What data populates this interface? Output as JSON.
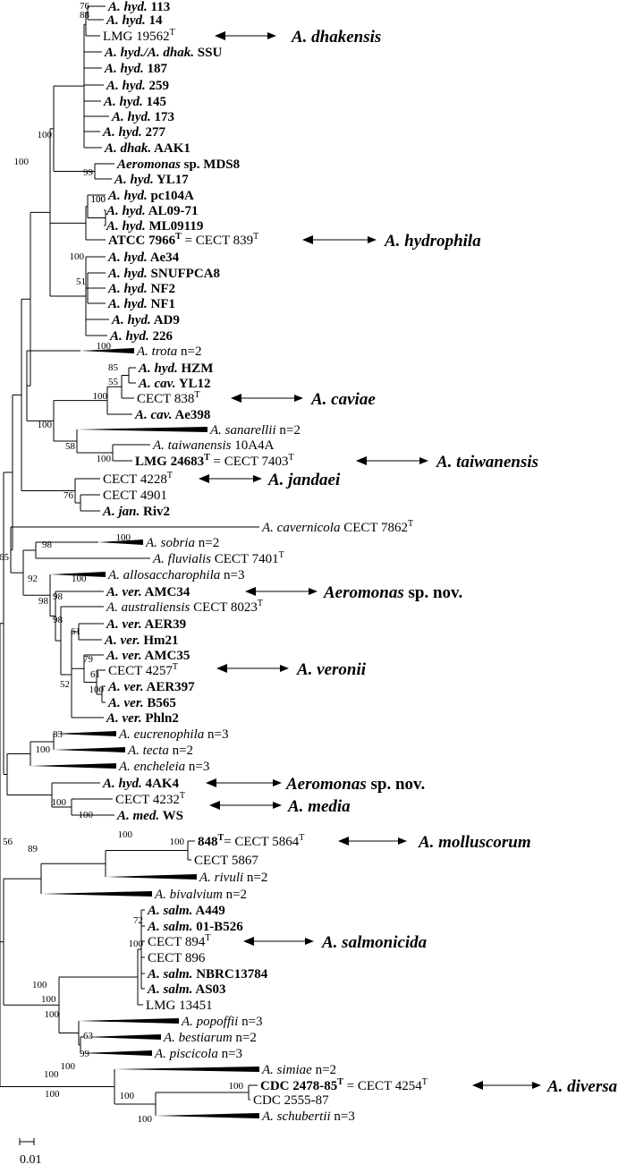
{
  "tips": [
    {
      "id": "t1",
      "parts": [
        {
          "t": "A. hyd.",
          "i": true,
          "b": true
        },
        {
          "t": " 113",
          "b": true
        }
      ]
    },
    {
      "id": "t2",
      "parts": [
        {
          "t": "A. hyd.",
          "i": true,
          "b": true
        },
        {
          "t": " 14",
          "b": true
        }
      ]
    },
    {
      "id": "t3",
      "parts": [
        {
          "t": "LMG 19562"
        },
        {
          "t": "T",
          "sup": true
        }
      ]
    },
    {
      "id": "t4",
      "parts": [
        {
          "t": "A. hyd./A. dhak.",
          "i": true,
          "b": true
        },
        {
          "t": "  SSU",
          "b": true
        }
      ]
    },
    {
      "id": "t5",
      "parts": [
        {
          "t": "A. hyd.",
          "i": true,
          "b": true
        },
        {
          "t": " 187",
          "b": true
        }
      ]
    },
    {
      "id": "t6",
      "parts": [
        {
          "t": "A. hyd.",
          "i": true,
          "b": true
        },
        {
          "t": " 259",
          "b": true
        }
      ]
    },
    {
      "id": "t7",
      "parts": [
        {
          "t": "A. hyd.",
          "i": true,
          "b": true
        },
        {
          "t": " 145",
          "b": true
        }
      ]
    },
    {
      "id": "t8",
      "parts": [
        {
          "t": "A. hyd.",
          "i": true,
          "b": true
        },
        {
          "t": " 173",
          "b": true
        }
      ]
    },
    {
      "id": "t9",
      "parts": [
        {
          "t": "A. hyd.",
          "i": true,
          "b": true
        },
        {
          "t": " 277",
          "b": true
        }
      ]
    },
    {
      "id": "t10",
      "parts": [
        {
          "t": "A. dhak.",
          "i": true,
          "b": true
        },
        {
          "t": " AAK1",
          "b": true
        }
      ]
    },
    {
      "id": "t11",
      "parts": [
        {
          "t": "Aeromonas",
          "i": true,
          "b": true
        },
        {
          "t": " sp.  MDS8",
          "b": true
        }
      ]
    },
    {
      "id": "t12",
      "parts": [
        {
          "t": "A. hyd.",
          "i": true,
          "b": true
        },
        {
          "t": " YL17",
          "b": true
        }
      ]
    },
    {
      "id": "t13",
      "parts": [
        {
          "t": "A. hyd.",
          "i": true,
          "b": true
        },
        {
          "t": " pc104A",
          "b": true
        }
      ]
    },
    {
      "id": "t14",
      "parts": [
        {
          "t": "A. hyd.",
          "i": true,
          "b": true
        },
        {
          "t": " AL09-71",
          "b": true
        }
      ]
    },
    {
      "id": "t15",
      "parts": [
        {
          "t": "A. hyd.",
          "i": true,
          "b": true
        },
        {
          "t": " ML09119",
          "b": true
        }
      ]
    },
    {
      "id": "t16",
      "parts": [
        {
          "t": "ATCC 7966",
          "b": true
        },
        {
          "t": "T",
          "sup": true,
          "b": true
        },
        {
          "t": " = CECT 839"
        },
        {
          "t": "T",
          "sup": true
        }
      ]
    },
    {
      "id": "t17",
      "parts": [
        {
          "t": "A. hyd.",
          "i": true,
          "b": true
        },
        {
          "t": " Ae34",
          "b": true
        }
      ]
    },
    {
      "id": "t18",
      "parts": [
        {
          "t": "A. hyd.",
          "i": true,
          "b": true
        },
        {
          "t": " SNUFPCA8",
          "b": true
        }
      ]
    },
    {
      "id": "t19",
      "parts": [
        {
          "t": "A. hyd.",
          "i": true,
          "b": true
        },
        {
          "t": " NF2",
          "b": true
        }
      ]
    },
    {
      "id": "t20",
      "parts": [
        {
          "t": "A. hyd.",
          "i": true,
          "b": true
        },
        {
          "t": " NF1",
          "b": true
        }
      ]
    },
    {
      "id": "t21",
      "parts": [
        {
          "t": "A. hyd.",
          "i": true,
          "b": true
        },
        {
          "t": " AD9",
          "b": true
        }
      ]
    },
    {
      "id": "t22",
      "parts": [
        {
          "t": "A. hyd.",
          "i": true,
          "b": true
        },
        {
          "t": " 226",
          "b": true
        }
      ]
    },
    {
      "id": "t23",
      "parts": [
        {
          "t": "A. trota",
          "i": true
        },
        {
          "t": " n=2"
        }
      ]
    },
    {
      "id": "t24",
      "parts": [
        {
          "t": "A. hyd.",
          "i": true,
          "b": true
        },
        {
          "t": " HZM",
          "b": true
        }
      ]
    },
    {
      "id": "t25",
      "parts": [
        {
          "t": "A. cav.",
          "i": true,
          "b": true
        },
        {
          "t": " YL12",
          "b": true
        }
      ]
    },
    {
      "id": "t26",
      "parts": [
        {
          "t": "CECT 838"
        },
        {
          "t": "T",
          "sup": true
        }
      ]
    },
    {
      "id": "t27",
      "parts": [
        {
          "t": "A. cav.",
          "i": true,
          "b": true
        },
        {
          "t": " Ae398",
          "b": true
        }
      ]
    },
    {
      "id": "t28",
      "parts": [
        {
          "t": "A. sanarellii",
          "i": true
        },
        {
          "t": " n=2"
        }
      ]
    },
    {
      "id": "t29",
      "parts": [
        {
          "t": "A. taiwanensis",
          "i": true
        },
        {
          "t": " 10A4A"
        }
      ]
    },
    {
      "id": "t30",
      "parts": [
        {
          "t": "LMG 24683",
          "b": true
        },
        {
          "t": "T",
          "sup": true,
          "b": true
        },
        {
          "t": " = CECT 7403"
        },
        {
          "t": "T",
          "sup": true
        }
      ]
    },
    {
      "id": "t31",
      "parts": [
        {
          "t": "CECT 4228"
        },
        {
          "t": "T",
          "sup": true
        }
      ]
    },
    {
      "id": "t32",
      "parts": [
        {
          "t": "CECT 4901"
        }
      ]
    },
    {
      "id": "t33",
      "parts": [
        {
          "t": "A. jan.",
          "i": true,
          "b": true
        },
        {
          "t": " Riv2",
          "b": true
        }
      ]
    },
    {
      "id": "t34",
      "parts": [
        {
          "t": "A. cavernicola",
          "i": true
        },
        {
          "t": " CECT 7862"
        },
        {
          "t": "T",
          "sup": true
        }
      ]
    },
    {
      "id": "t35",
      "parts": [
        {
          "t": "A. sobria",
          "i": true
        },
        {
          "t": " n=2"
        }
      ]
    },
    {
      "id": "t36",
      "parts": [
        {
          "t": "A. fluvialis",
          "i": true
        },
        {
          "t": " CECT 7401"
        },
        {
          "t": "T",
          "sup": true
        }
      ]
    },
    {
      "id": "t37",
      "parts": [
        {
          "t": "A. allosaccharophila",
          "i": true
        },
        {
          "t": " n=3"
        }
      ]
    },
    {
      "id": "t38",
      "parts": [
        {
          "t": "A. ver.",
          "i": true,
          "b": true
        },
        {
          "t": " AMC34",
          "b": true
        }
      ]
    },
    {
      "id": "t39",
      "parts": [
        {
          "t": "A. australiensis",
          "i": true
        },
        {
          "t": " CECT 8023"
        },
        {
          "t": "T",
          "sup": true
        }
      ]
    },
    {
      "id": "t40",
      "parts": [
        {
          "t": "A. ver.",
          "i": true,
          "b": true
        },
        {
          "t": " AER39",
          "b": true
        }
      ]
    },
    {
      "id": "t41",
      "parts": [
        {
          "t": "A. ver.",
          "i": true,
          "b": true
        },
        {
          "t": " Hm21",
          "b": true
        }
      ]
    },
    {
      "id": "t42",
      "parts": [
        {
          "t": "A. ver.",
          "i": true,
          "b": true
        },
        {
          "t": " AMC35",
          "b": true
        }
      ]
    },
    {
      "id": "t43",
      "parts": [
        {
          "t": "CECT 4257"
        },
        {
          "t": "T",
          "sup": true
        }
      ]
    },
    {
      "id": "t44",
      "parts": [
        {
          "t": "A. ver.",
          "i": true,
          "b": true
        },
        {
          "t": " AER397",
          "b": true
        }
      ]
    },
    {
      "id": "t45",
      "parts": [
        {
          "t": "A. ver.",
          "i": true,
          "b": true
        },
        {
          "t": " B565",
          "b": true
        }
      ]
    },
    {
      "id": "t46",
      "parts": [
        {
          "t": "A. ver.",
          "i": true,
          "b": true
        },
        {
          "t": " Phln2",
          "b": true
        }
      ]
    },
    {
      "id": "t47",
      "parts": [
        {
          "t": "A. eucrenophila",
          "i": true
        },
        {
          "t": " n=3"
        }
      ]
    },
    {
      "id": "t48",
      "parts": [
        {
          "t": "A. tecta",
          "i": true
        },
        {
          "t": " n=2"
        }
      ]
    },
    {
      "id": "t49",
      "parts": [
        {
          "t": "A. encheleia",
          "i": true
        },
        {
          "t": " n=3"
        }
      ]
    },
    {
      "id": "t50",
      "parts": [
        {
          "t": "A. hyd.",
          "i": true,
          "b": true
        },
        {
          "t": " 4AK4",
          "b": true
        }
      ]
    },
    {
      "id": "t51",
      "parts": [
        {
          "t": "CECT 4232"
        },
        {
          "t": "T",
          "sup": true
        }
      ]
    },
    {
      "id": "t52",
      "parts": [
        {
          "t": "A. med.",
          "i": true,
          "b": true
        },
        {
          "t": " WS",
          "b": true
        }
      ]
    },
    {
      "id": "t53",
      "parts": [
        {
          "t": "848",
          "b": true
        },
        {
          "t": "T",
          "sup": true,
          "b": true
        },
        {
          "t": "= CECT 5864"
        },
        {
          "t": "T",
          "sup": true
        }
      ]
    },
    {
      "id": "t54",
      "parts": [
        {
          "t": "CECT 5867"
        }
      ]
    },
    {
      "id": "t55",
      "parts": [
        {
          "t": "A. rivuli",
          "i": true
        },
        {
          "t": " n=2"
        }
      ]
    },
    {
      "id": "t56",
      "parts": [
        {
          "t": "A. bivalvium",
          "i": true
        },
        {
          "t": " n=2"
        }
      ]
    },
    {
      "id": "t57",
      "parts": [
        {
          "t": "A. salm.",
          "i": true,
          "b": true
        },
        {
          "t": " A449",
          "b": true
        }
      ]
    },
    {
      "id": "t58",
      "parts": [
        {
          "t": "A. salm.",
          "i": true,
          "b": true
        },
        {
          "t": " 01-B526",
          "b": true
        }
      ]
    },
    {
      "id": "t59",
      "parts": [
        {
          "t": "CECT 894"
        },
        {
          "t": "T",
          "sup": true
        }
      ]
    },
    {
      "id": "t60",
      "parts": [
        {
          "t": "CECT 896"
        }
      ]
    },
    {
      "id": "t61",
      "parts": [
        {
          "t": "A. salm.",
          "i": true,
          "b": true
        },
        {
          "t": " NBRC13784",
          "b": true
        }
      ]
    },
    {
      "id": "t62",
      "parts": [
        {
          "t": "A. salm.",
          "i": true,
          "b": true
        },
        {
          "t": " AS03",
          "b": true
        }
      ]
    },
    {
      "id": "t63",
      "parts": [
        {
          "t": "LMG 13451"
        }
      ]
    },
    {
      "id": "t64",
      "parts": [
        {
          "t": "A. popoffii",
          "i": true
        },
        {
          "t": " n=3"
        }
      ]
    },
    {
      "id": "t65",
      "parts": [
        {
          "t": "A. bestiarum",
          "i": true
        },
        {
          "t": " n=2"
        }
      ]
    },
    {
      "id": "t66",
      "parts": [
        {
          "t": "A. piscicola",
          "i": true
        },
        {
          "t": " n=3"
        }
      ]
    },
    {
      "id": "t67",
      "parts": [
        {
          "t": "A. simiae",
          "i": true
        },
        {
          "t": " n=2"
        }
      ]
    },
    {
      "id": "t68",
      "parts": [
        {
          "t": "CDC 2478-85",
          "b": true
        },
        {
          "t": "T",
          "sup": true,
          "b": true
        },
        {
          "t": " = CECT 4254"
        },
        {
          "t": "T",
          "sup": true
        }
      ]
    },
    {
      "id": "t69",
      "parts": [
        {
          "t": "CDC 2555-87"
        }
      ]
    },
    {
      "id": "t70",
      "parts": [
        {
          "t": "A. schubertii",
          "i": true
        },
        {
          "t": " n=3"
        }
      ]
    }
  ],
  "bootstrap": [
    "100",
    "88",
    "76",
    "100",
    "99",
    "100",
    "100",
    "100",
    "51",
    "100",
    "85",
    "55",
    "100",
    "100",
    "58",
    "100",
    "76",
    "65",
    "98",
    "92",
    "100",
    "100",
    "98",
    "98",
    "98",
    "61",
    "79",
    "61",
    "100",
    "52",
    "83",
    "100",
    "100",
    "100",
    "100",
    "100",
    "100",
    "89",
    "100",
    "100",
    "72",
    "100",
    "100",
    "100",
    "63",
    "99",
    "100",
    "100",
    "100",
    "100",
    "100",
    "100",
    "56"
  ],
  "callouts": [
    {
      "id": "c1",
      "parts": [
        {
          "t": "A. dhakensis",
          "i": true
        }
      ]
    },
    {
      "id": "c2",
      "parts": [
        {
          "t": "A. hydrophila",
          "i": true
        }
      ]
    },
    {
      "id": "c3",
      "parts": [
        {
          "t": "A. caviae",
          "i": true
        }
      ]
    },
    {
      "id": "c4",
      "parts": [
        {
          "t": "A. taiwanensis",
          "i": true
        }
      ]
    },
    {
      "id": "c5",
      "parts": [
        {
          "t": "A. jandaei",
          "i": true
        }
      ]
    },
    {
      "id": "c6",
      "parts": [
        {
          "t": "Aeromonas",
          "i": true
        },
        {
          "t": " sp. nov.",
          "i": false
        }
      ]
    },
    {
      "id": "c7",
      "parts": [
        {
          "t": "A. veronii",
          "i": true
        }
      ]
    },
    {
      "id": "c8",
      "parts": [
        {
          "t": "Aeromonas",
          "i": true
        },
        {
          "t": " sp. nov.",
          "i": false
        }
      ]
    },
    {
      "id": "c9",
      "parts": [
        {
          "t": "A. media",
          "i": true
        }
      ]
    },
    {
      "id": "c10",
      "parts": [
        {
          "t": "A. molluscorum",
          "i": true
        }
      ]
    },
    {
      "id": "c11",
      "parts": [
        {
          "t": "A. salmonicida",
          "i": true
        }
      ]
    },
    {
      "id": "c12",
      "parts": [
        {
          "t": "A. diversa",
          "i": true
        }
      ]
    }
  ],
  "scale_bar": {
    "label": "0.01"
  }
}
